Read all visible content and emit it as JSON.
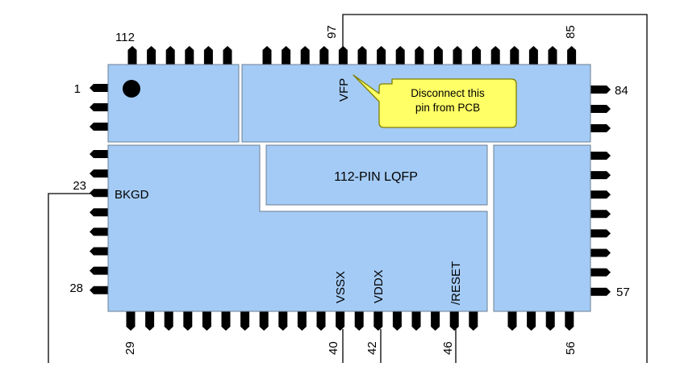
{
  "colors": {
    "chip_fill": "#a4cbf5",
    "chip_stroke": "#6b7f94",
    "pin_fill": "#000000",
    "wire": "#000000",
    "callout_fill": "#ffff66",
    "callout_stroke": "#808000"
  },
  "pin_numbers": {
    "top_left": "112",
    "top_97": "97",
    "top_85": "85",
    "left_1": "1",
    "left_23": "23",
    "left_28": "28",
    "right_84": "84",
    "right_57": "57",
    "bottom_29": "29",
    "bottom_40": "40",
    "bottom_42": "42",
    "bottom_46": "46",
    "bottom_56": "56"
  },
  "signals": {
    "vfp": "VFP",
    "bkgd": "BKGD",
    "vssx": "VSSX",
    "vddx": "VDDX",
    "reset": "/RESET"
  },
  "package_label": "112-PIN LQFP",
  "callout": {
    "line1": "Disconnect this",
    "line2": "pin from PCB"
  }
}
